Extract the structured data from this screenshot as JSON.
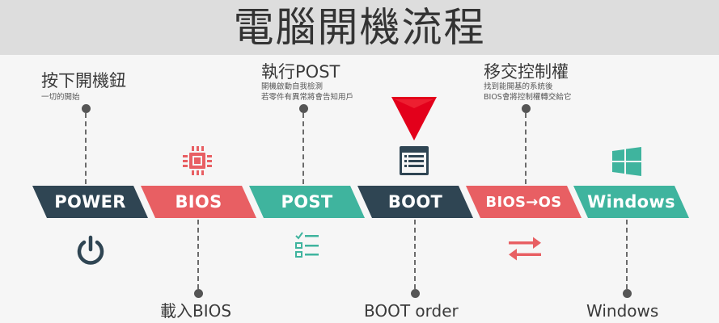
{
  "title": "電腦開機流程",
  "stages": [
    {
      "label": "POWER",
      "color": "#2f4553"
    },
    {
      "label": "BIOS",
      "color": "#e85f63"
    },
    {
      "label": "POST",
      "color": "#3fb49e"
    },
    {
      "label": "BOOT",
      "color": "#2f4553"
    },
    {
      "label": "BIOS→OS",
      "color": "#e85f63"
    },
    {
      "label": "Windows",
      "color": "#3fb49e"
    }
  ],
  "annotations": {
    "power": {
      "title": "按下開機鈕",
      "sub": "一切的開始"
    },
    "post": {
      "title": "執行POST",
      "sub1": "開機啟動自我檢測",
      "sub2": "若零件有異常將會告知用戶"
    },
    "handover": {
      "title": "移交控制權",
      "sub1": "找到能開基的系統後",
      "sub2": "BIOS會將控制權轉交給它"
    }
  },
  "bottom_labels": {
    "bios": "載入BIOS",
    "boot": "BOOT order",
    "windows": "Windows"
  },
  "icons": [
    "power-icon",
    "chip-icon",
    "checklist-icon",
    "list-window-icon",
    "swap-arrows-icon",
    "windows-logo-icon",
    "down-arrow-icon"
  ],
  "colors": {
    "dark": "#2f4553",
    "red": "#e85f63",
    "teal": "#3fb49e",
    "marker": "#e3001b"
  }
}
